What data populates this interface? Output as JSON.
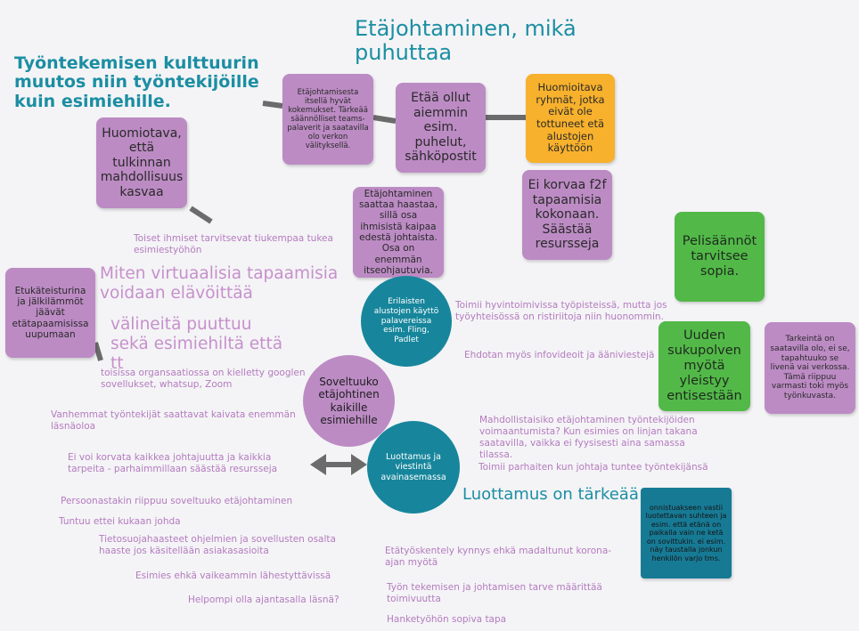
{
  "headings": {
    "title": "Etäjohtaminen, mikä puhuttaa",
    "culture": "Työntekemisen kulttuurin muutos niin työntekijöille kuin esimiehille.",
    "trust": "Luottamus on tärkeää",
    "virtual": "Miten virtuaalisia tapaamisia voidaan elävöittää",
    "tools": "välineitä puuttuu sekä esimiehiltä että tt"
  },
  "stickies": {
    "experiences": "Etäjohtamisesta itsellä hyvät kokemukset. Tärkeää säännölliset teams-palaverit ja saatavilla olo verkon välityksellä.",
    "earlier": "Etää ollut aiemmin esim. puhelut, sähköpostit",
    "groups": "Huomioitava ryhmät, jotka eivät ole tottuneet etä alustojen käyttöön",
    "interpret": "Huomiotava, että tulkinnan mahdollisuus kasvaa",
    "f2f": "Ei korvaa f2f tapaamisia kokonaan. Säästää resursseja",
    "challenge": "Etäjohtaminen saattaa haastaa, sillä osa ihmisistä kaipaa edestä johtaista. Osa on enemmän itseohjautuvia.",
    "rules": "Pelisäännöt tarvitsee sopia.",
    "generation": "Uuden sukupolven myötä yleistyy entisestään",
    "pilot": "Etukäteisturina ja jälkilämmöt jäävät etätapaamisissa uupumaan",
    "availability": "Tarkeintä on saatavilla olo, ei se, tapahtuuko se livenä vai verkossa. Tämä riippuu varmasti toki myös työnkuvasta.",
    "success": "onnistuakseen vastii luotettavan suhteen ja esim. että etänä on paikalla vain ne ketä on sovittukin. ei esim. näy taustalla jonkun henkilön varjo tms."
  },
  "circles": {
    "platforms": "Erilaisten alustojen käyttö palavereissa esim. Fling, Padlet",
    "suitable": "Soveltuuko etäjohtinen kaikille esimiehille",
    "trust_key": "Luottamus ja viestintä avainasemassa"
  },
  "notes": {
    "n1": "Toiset ihmiset tarvitsevat tiukempaa tukea esimiestyöhön",
    "n2": "Toimii hyvintoimivissa työpisteissä, mutta jos työyhteisössä on ristiriitoja niin huonommin.",
    "n3": "Ehdotan myös infovideoit ja ääniviestejä",
    "n4": "toisissa organsaatiossa on kielletty googlen sovellukset, whatsup,  Zoom",
    "n5": "Vanhemmat työntekijät saattavat kaivata enemmän läsnäoloa",
    "n6": "Mahdollistaisiko etäjohtaminen työntekijöiden voimaantumista? Kun esimies on linjan takana saatavilla, vaikka ei fyysisesti aina samassa tilassa.",
    "n7": "Ei voi korvata kaikkea johtajuutta ja kaikkia tarpeita - parhaimmillaan säästää resursseja",
    "n8": "Toimii parhaiten kun johtaja tuntee työntekijänsä",
    "n9": "Persoonastakin riippuu soveltuuko etäjohtaminen",
    "n10": "Tuntuu ettei kukaan johda",
    "n11": "Tietosuojahaasteet ohjelmien ja sovellusten osalta haaste jos käsitellään asiakasasioita",
    "n12": "Etätyöskentely kynnys ehkä madaltunut korona-ajan myötä",
    "n13": "Esimies ehkä vaikeammin lähestyttävissä",
    "n14": "Työn tekemisen ja johtamisen tarve määrittää toimivuutta",
    "n15": "Helpompi olla ajantasalla läsnä?",
    "n16": "Hanketyöhön sopiva tapa"
  },
  "colors": {
    "background": "#f4f4f6",
    "purple_sticky": "#bc8bc4",
    "orange_sticky": "#f8b12c",
    "green_sticky": "#52b948",
    "navy_sticky": "#0e6a84",
    "teal_circle": "#17869c",
    "heading_teal": "#1b8ea3",
    "note_text": "#b47bbf",
    "connector": "#6b6b6b"
  }
}
